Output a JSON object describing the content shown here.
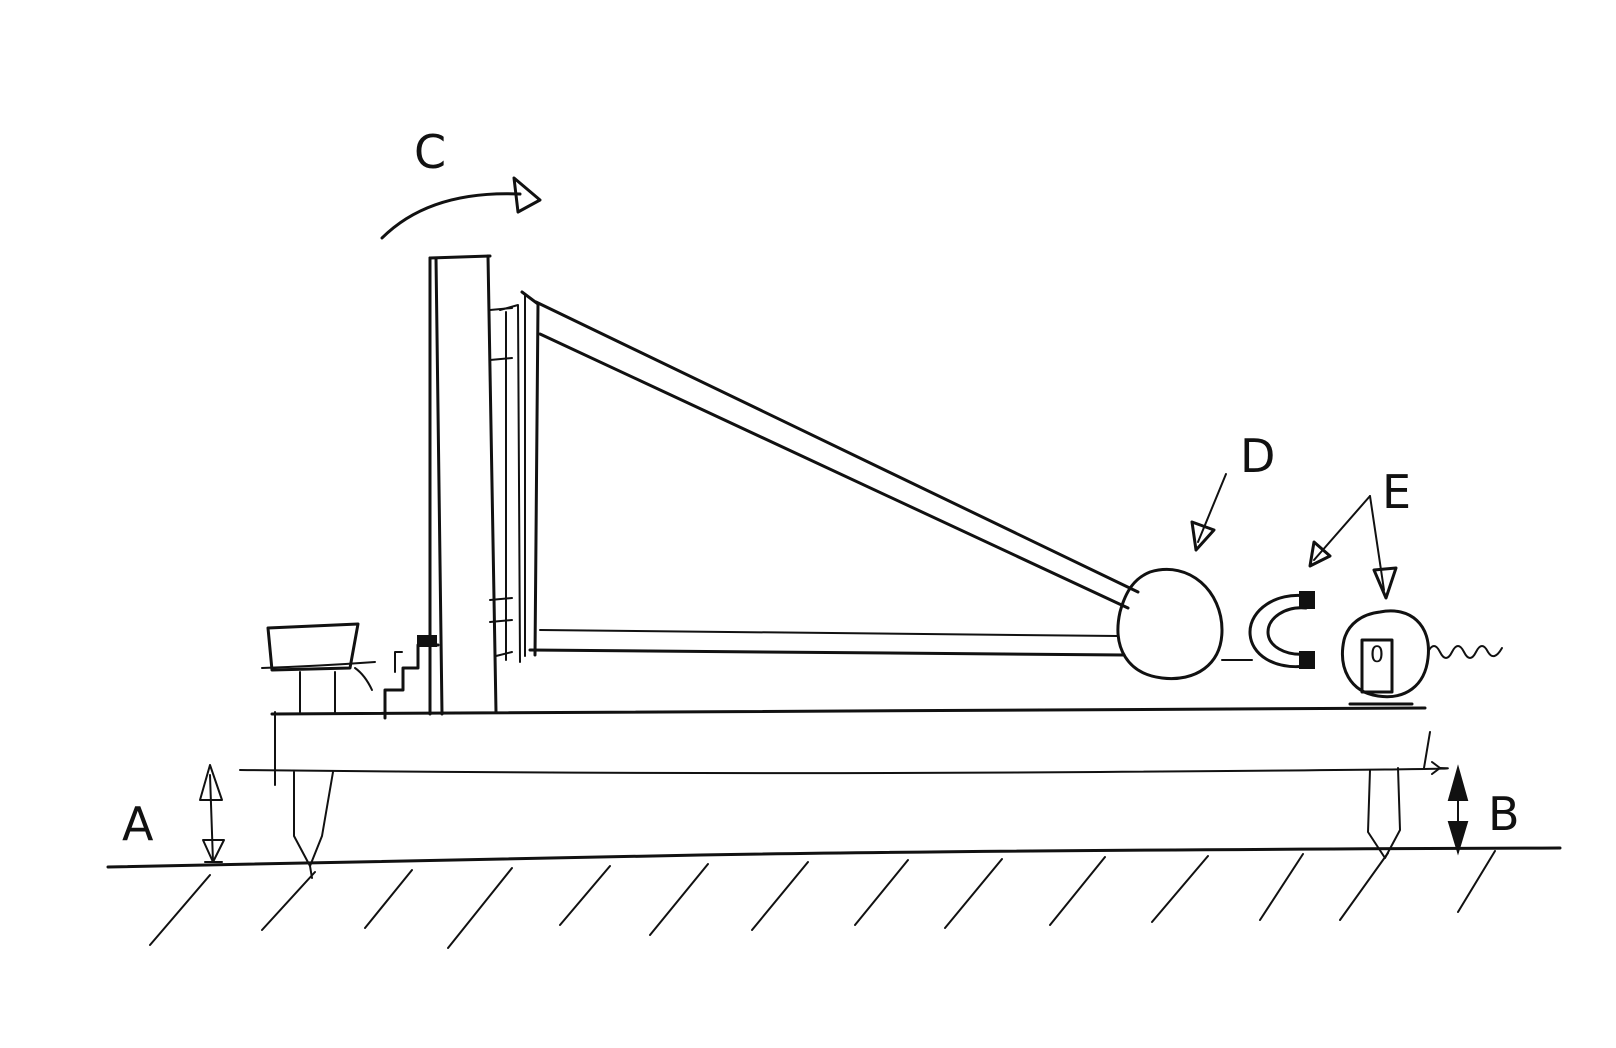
{
  "labels": {
    "a": "A",
    "b": "B",
    "c": "C",
    "d": "D",
    "e": "E",
    "sensor_mark": "0"
  }
}
